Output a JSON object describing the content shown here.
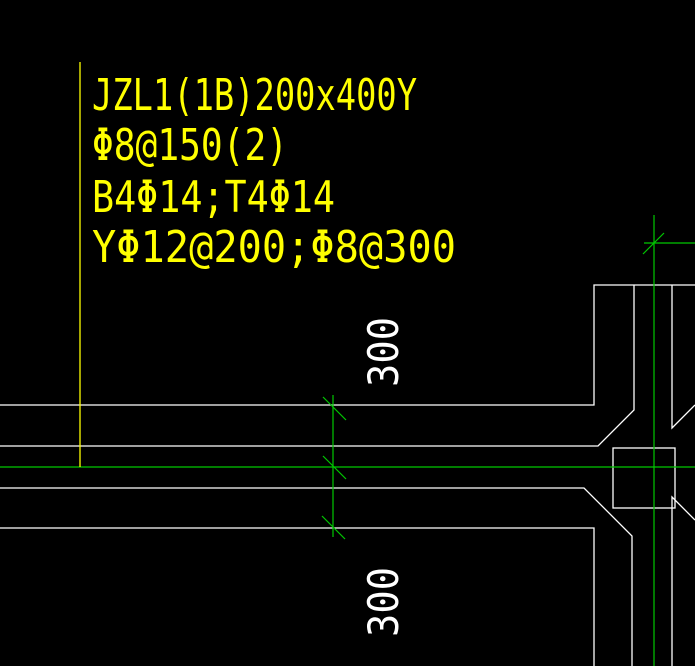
{
  "colors": {
    "background": "#000000",
    "outline": "#ffffff",
    "annotation": "#ffff00",
    "axis": "#00c800"
  },
  "beam_annotation": {
    "line1": "JZL1(1B)200x400Y",
    "line2": "Φ8@150(2)",
    "line3": "B4Φ14;T4Φ14",
    "line4": "YΦ12@200;Φ8@300"
  },
  "dimensions": {
    "upper": "300",
    "lower": "300"
  }
}
